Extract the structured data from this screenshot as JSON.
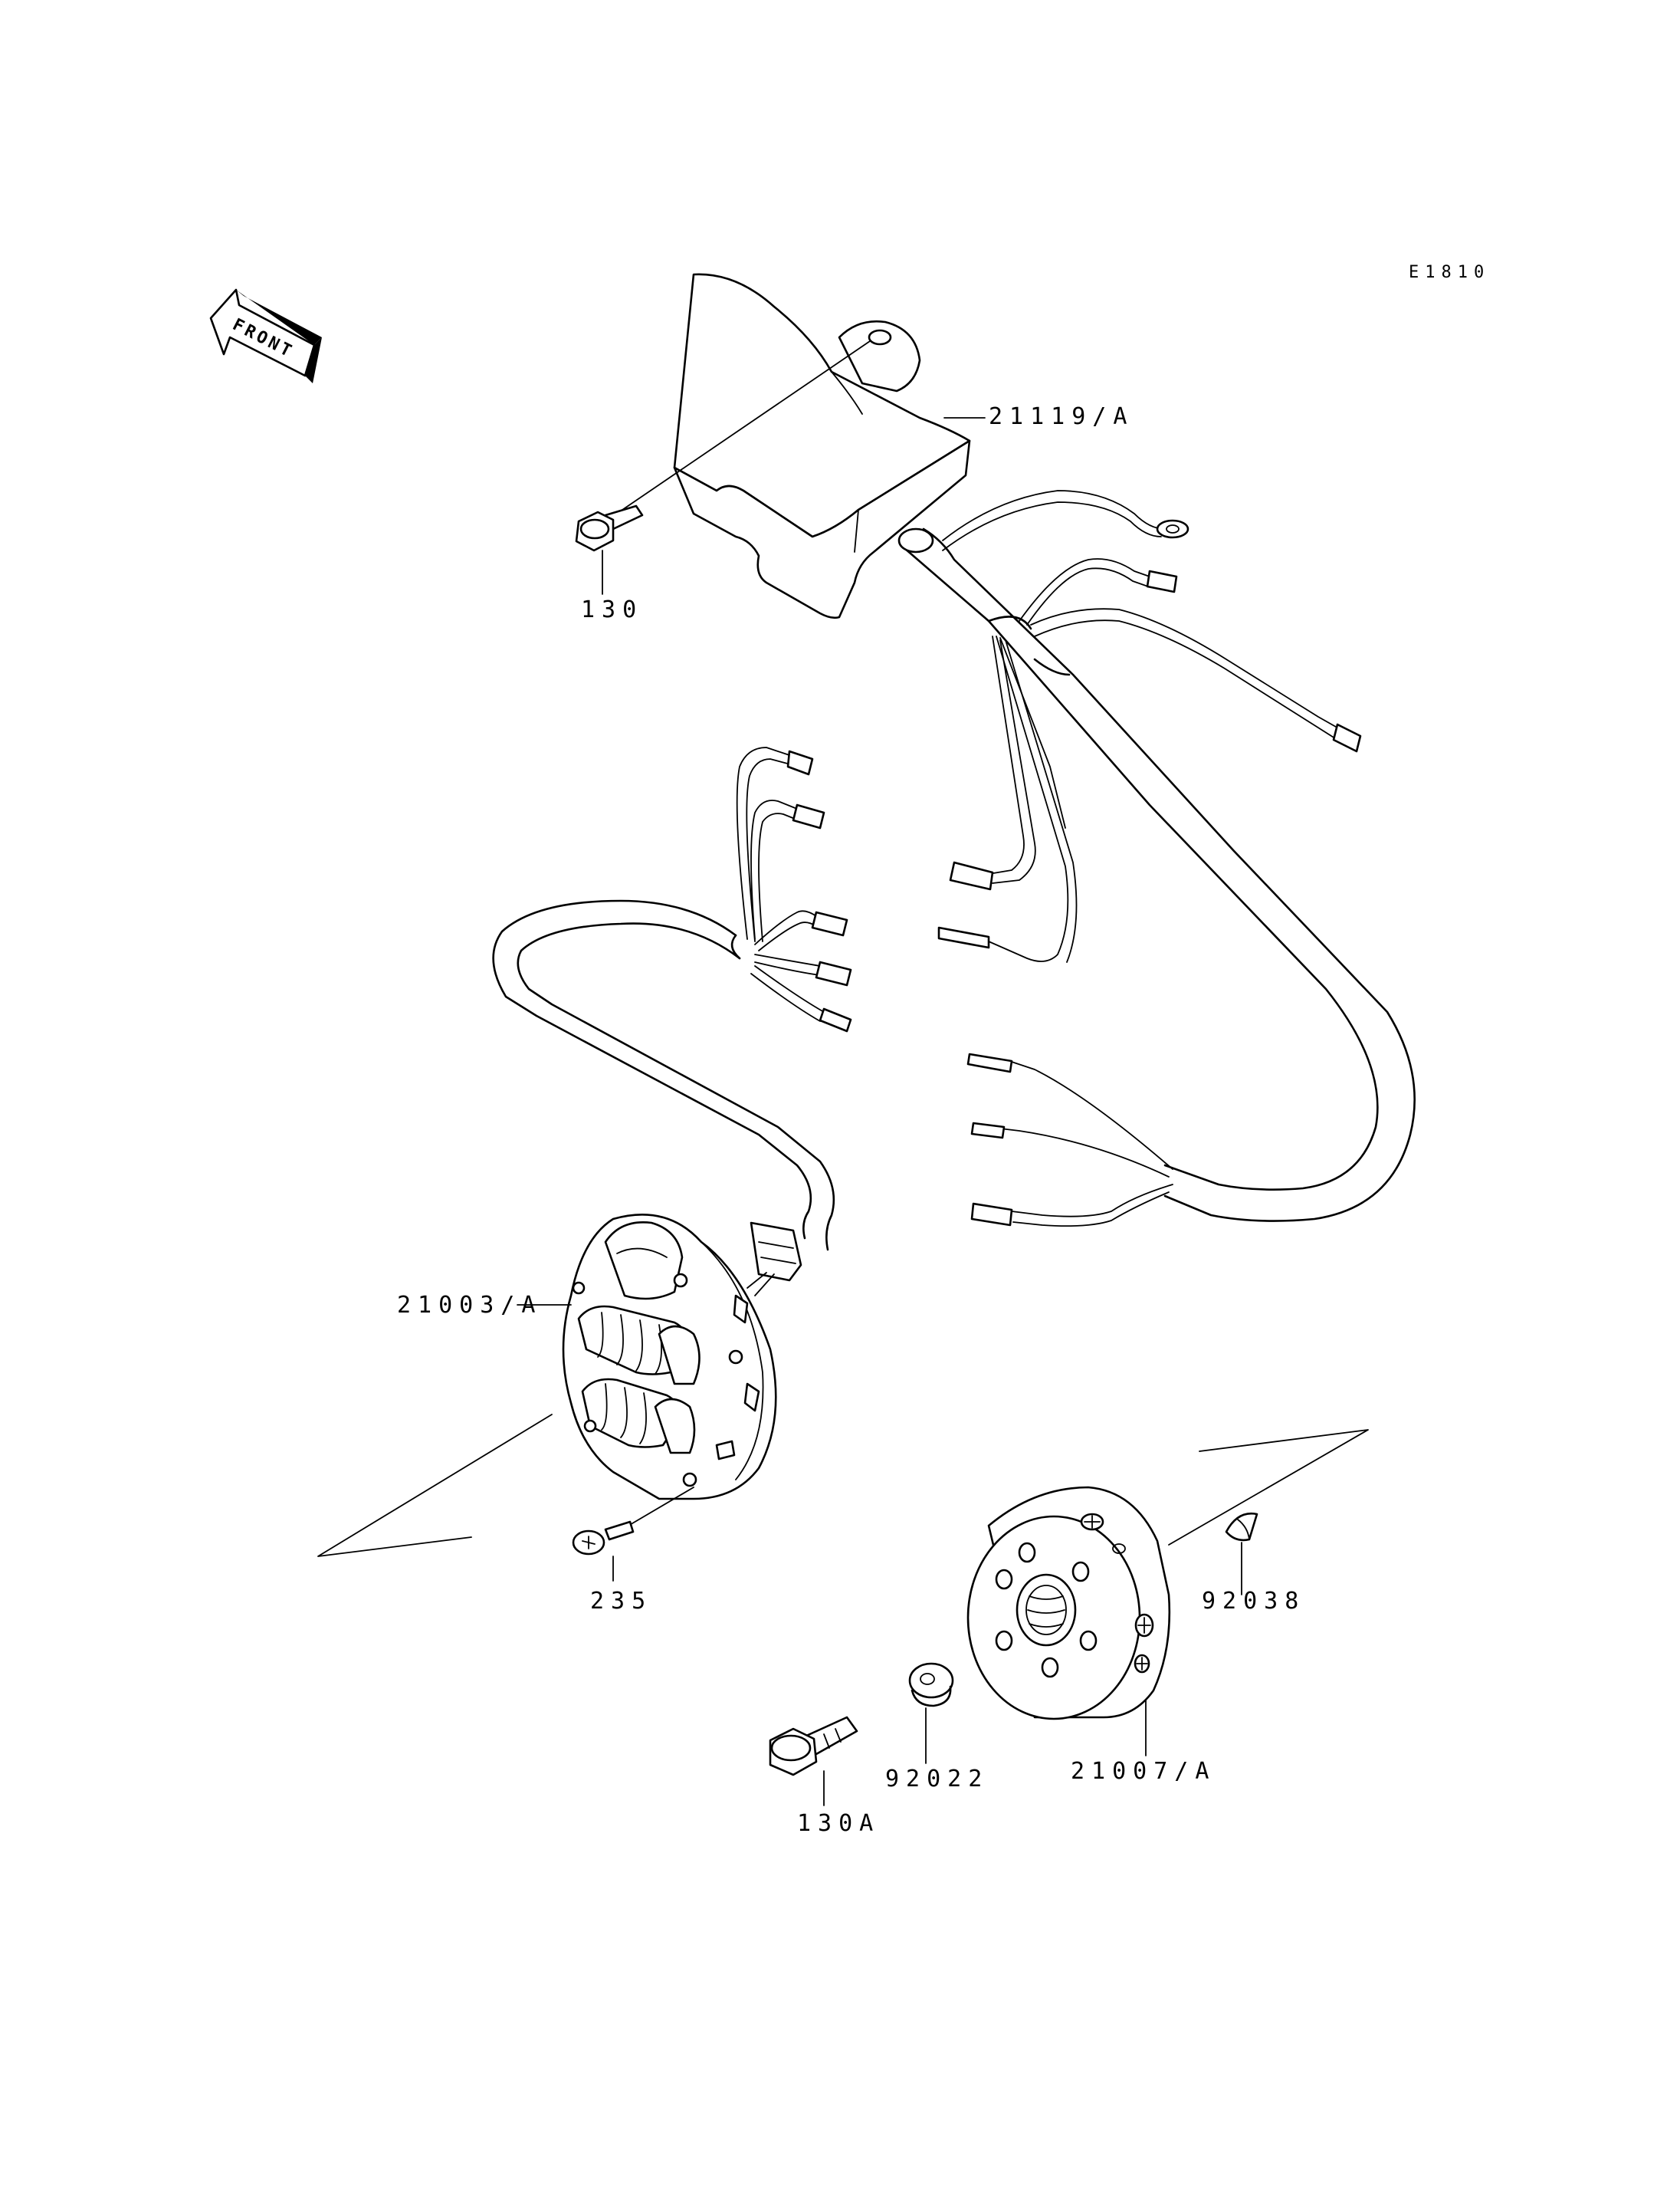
{
  "diagram_code": "E1810",
  "front_marker": "FRONT",
  "parts": [
    {
      "id": "cdi-unit",
      "label": "21119/A"
    },
    {
      "id": "cdi-bolt",
      "label": "130"
    },
    {
      "id": "stator",
      "label": "21003/A"
    },
    {
      "id": "stator-screw",
      "label": "235"
    },
    {
      "id": "rotor-nut-bolt",
      "label": "130A"
    },
    {
      "id": "washer",
      "label": "92022"
    },
    {
      "id": "flywheel-rotor",
      "label": "21007/A"
    },
    {
      "id": "woodruff-key",
      "label": "92038"
    }
  ]
}
